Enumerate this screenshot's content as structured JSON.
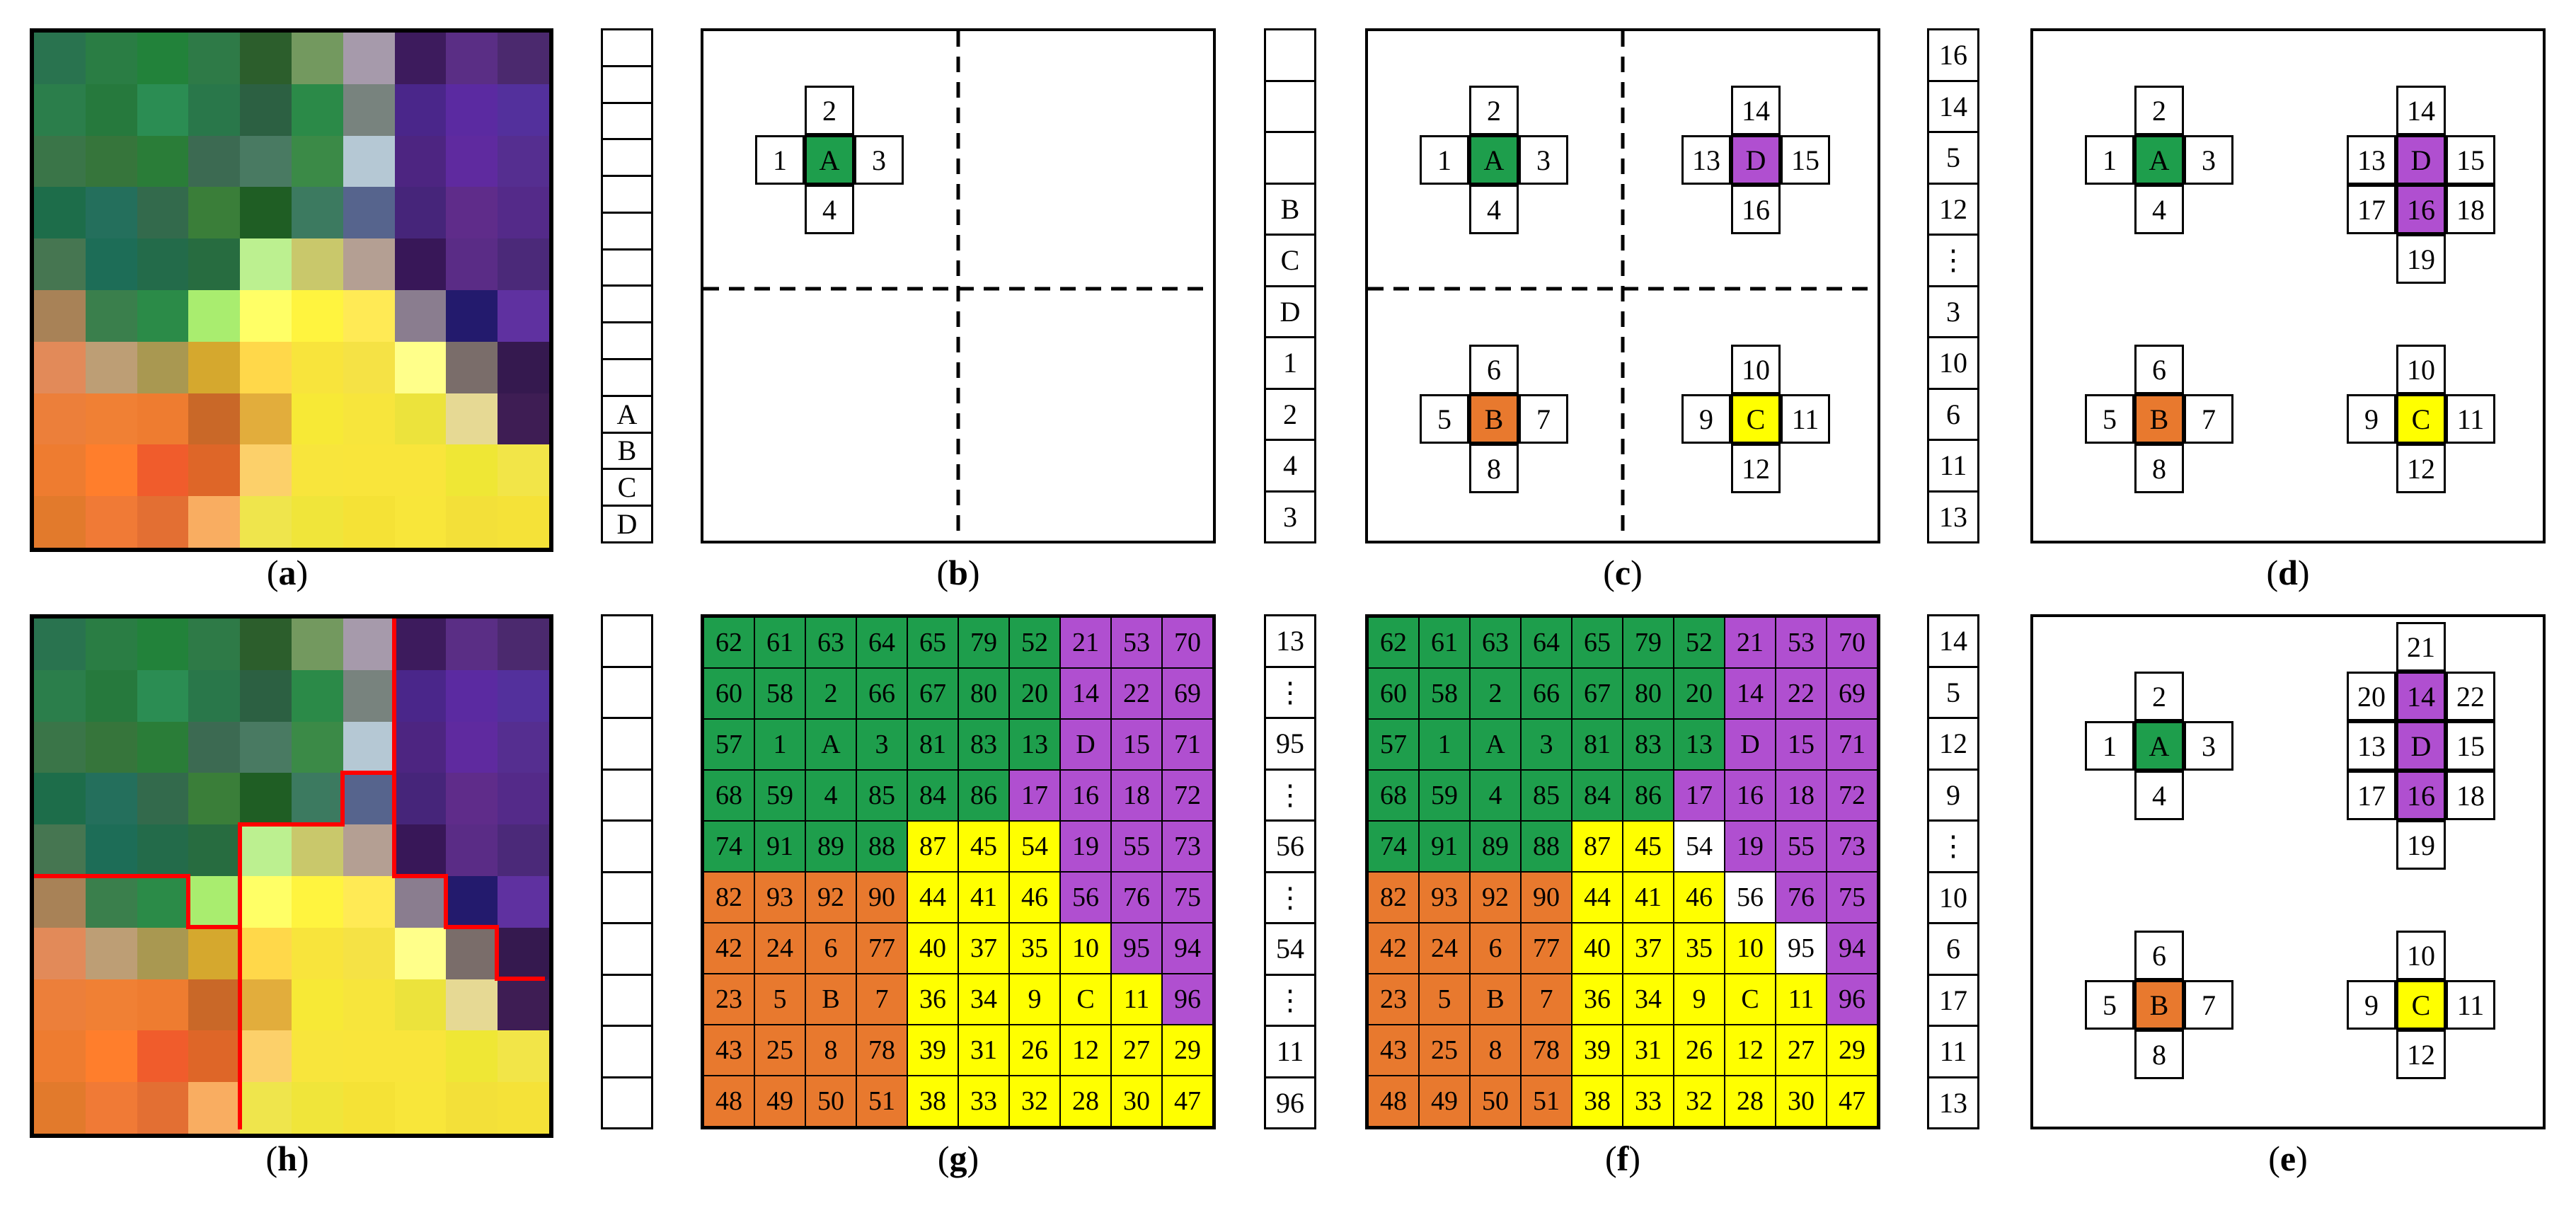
{
  "colors": {
    "A": "#1e9e4c",
    "B": "#e8792e",
    "C": "#ffff00",
    "D": "#b04fd0",
    "blank": "#ffffff",
    "boundary": "#ff0000"
  },
  "captions": {
    "a": "a",
    "b": "b",
    "c": "c",
    "d": "d",
    "e": "e",
    "f": "f",
    "g": "g",
    "h": "h"
  },
  "image_pixels": [
    [
      "#29734f",
      "#2a7d44",
      "#22823a",
      "#2e7a47",
      "#2c5e2c",
      "#73995f",
      "#a69aab",
      "#3d1b5d",
      "#5a2e85",
      "#4b296e"
    ],
    [
      "#2b7e4b",
      "#26793d",
      "#2b8d53",
      "#29774a",
      "#2c6042",
      "#2b8a48",
      "#78837e",
      "#4a268a",
      "#5b2aa1",
      "#53309c"
    ],
    [
      "#3a7548",
      "#36753b",
      "#2a7d38",
      "#3c6a52",
      "#497a62",
      "#3b8a47",
      "#b5c8d4",
      "#4d2581",
      "#5f2a9f",
      "#552e90"
    ],
    [
      "#1d6d4a",
      "#246f5c",
      "#336a4c",
      "#3a7e39",
      "#1f5e24",
      "#3c7a60",
      "#56648d",
      "#46257a",
      "#5f2c8a",
      "#542a89"
    ],
    [
      "#467651",
      "#1d6d57",
      "#236b4a",
      "#276c40",
      "#bcf090",
      "#c9c86b",
      "#b49f93",
      "#381758",
      "#5a2c86",
      "#4b2979"
    ],
    [
      "#a88257",
      "#3a7f4c",
      "#2b8b48",
      "#a9ed6f",
      "#ffff66",
      "#fff43f",
      "#ffea55",
      "#8a7d8f",
      "#231a6d",
      "#5f31a0"
    ],
    [
      "#e28a59",
      "#bd9e75",
      "#a99851",
      "#d5a82e",
      "#ffd84a",
      "#f8e43c",
      "#f5e245",
      "#ffff8a",
      "#7a6d6a",
      "#35194f"
    ],
    [
      "#ec7f3a",
      "#f08034",
      "#ee7c30",
      "#c96828",
      "#e2ad3c",
      "#f7e936",
      "#f7e53c",
      "#ece33c",
      "#e6d994",
      "#3e1d54"
    ],
    [
      "#ee7c30",
      "#ff7e2c",
      "#f05c2c",
      "#de6628",
      "#fcd06a",
      "#f8e53c",
      "#f9e53b",
      "#f9e53b",
      "#efe735",
      "#f2e548"
    ],
    [
      "#e27a2c",
      "#f07a36",
      "#e36f33",
      "#f9ad61",
      "#efe54c",
      "#f0e53a",
      "#f5e236",
      "#f8e63a",
      "#f3e039",
      "#f5e238"
    ]
  ],
  "queues": {
    "a_b": [
      "",
      "",
      "",
      "",
      "",
      "",
      "",
      "",
      "",
      "",
      "A",
      "B",
      "C",
      "D"
    ],
    "b_c": [
      "",
      "",
      "",
      "B",
      "C",
      "D",
      "1",
      "2",
      "4",
      "3"
    ],
    "c_d": [
      "16",
      "14",
      "5",
      "12",
      "⋮",
      "3",
      "10",
      "6",
      "11",
      "13"
    ],
    "h_g": [
      "",
      "",
      "",
      "",
      "",
      "",
      "",
      "",
      "",
      ""
    ],
    "g_f": [
      "13",
      "⋮",
      "95",
      "⋮",
      "56",
      "⋮",
      "54",
      "⋮",
      "11",
      "96"
    ],
    "f_e": [
      "14",
      "5",
      "12",
      "9",
      "⋮",
      "10",
      "6",
      "17",
      "11",
      "13"
    ]
  },
  "table": {
    "labels": [
      [
        "62",
        "61",
        "63",
        "64",
        "65",
        "79",
        "52",
        "21",
        "53",
        "70"
      ],
      [
        "60",
        "58",
        "2",
        "66",
        "67",
        "80",
        "20",
        "14",
        "22",
        "69"
      ],
      [
        "57",
        "1",
        "A",
        "3",
        "81",
        "83",
        "13",
        "D",
        "15",
        "71"
      ],
      [
        "68",
        "59",
        "4",
        "85",
        "84",
        "86",
        "17",
        "16",
        "18",
        "72"
      ],
      [
        "74",
        "91",
        "89",
        "88",
        "87",
        "45",
        "54",
        "19",
        "55",
        "73"
      ],
      [
        "82",
        "93",
        "92",
        "90",
        "44",
        "41",
        "46",
        "56",
        "76",
        "75"
      ],
      [
        "42",
        "24",
        "6",
        "77",
        "40",
        "37",
        "35",
        "10",
        "95",
        "94"
      ],
      [
        "23",
        "5",
        "B",
        "7",
        "36",
        "34",
        "9",
        "C",
        "11",
        "96"
      ],
      [
        "43",
        "25",
        "8",
        "78",
        "39",
        "31",
        "26",
        "12",
        "27",
        "29"
      ],
      [
        "48",
        "49",
        "50",
        "51",
        "38",
        "33",
        "32",
        "28",
        "30",
        "47"
      ]
    ],
    "regions_g": [
      "AAAAAAADDD",
      "AAAAAAADDD",
      "AAAAAAADDD",
      "AAAAAADDDD",
      "AAAACCCDDD",
      "BBBBCCCDDD",
      "BBBBCCCCDD",
      "BBBBCCCCCD",
      "BBBBCCCCCC",
      "BBBBCCCCCC"
    ],
    "regions_f": [
      "AAAAAAADDD",
      "AAAAAAADDD",
      "AAAAAAADDD",
      "AAAAAADDDD",
      "AAAACC.DDD",
      "BBBBCCC.DD",
      "BBBBCCCC.D",
      "BBBBCCCCCD",
      "BBBBCCCCCC",
      "BBBBCCCCCC"
    ]
  },
  "crosses": {
    "b": [
      {
        "seed": "A",
        "n": "2",
        "w": "1",
        "e": "3",
        "s": "4"
      }
    ],
    "c": [
      {
        "seed": "A",
        "n": "2",
        "w": "1",
        "e": "3",
        "s": "4"
      },
      {
        "seed": "D",
        "n": "14",
        "w": "13",
        "e": "15",
        "s": "16"
      },
      {
        "seed": "B",
        "n": "6",
        "w": "5",
        "e": "7",
        "s": "8"
      },
      {
        "seed": "C",
        "n": "10",
        "w": "9",
        "e": "11",
        "s": "12"
      }
    ],
    "d": {
      "A": {
        "n": "2",
        "w": "1",
        "e": "3",
        "s": "4"
      },
      "B": {
        "n": "6",
        "w": "5",
        "e": "7",
        "s": "8"
      },
      "C": {
        "n": "10",
        "w": "9",
        "e": "11",
        "s": "12"
      },
      "D": {
        "n": "14",
        "w": "13",
        "e": "15",
        "s2w": "17",
        "s2": "16",
        "s2e": "18",
        "s3": "19"
      }
    },
    "e": {
      "A": {
        "n": "2",
        "w": "1",
        "e": "3",
        "s": "4"
      },
      "B": {
        "n": "6",
        "w": "5",
        "e": "7",
        "s": "8"
      },
      "C": {
        "n": "10",
        "w": "9",
        "e": "11",
        "s": "12"
      },
      "D": {
        "top": "21",
        "n1w": "20",
        "n1": "14",
        "n1e": "22",
        "w": "13",
        "e": "15",
        "s2w": "17",
        "s2": "16",
        "s2e": "18",
        "s3": "19"
      }
    }
  }
}
